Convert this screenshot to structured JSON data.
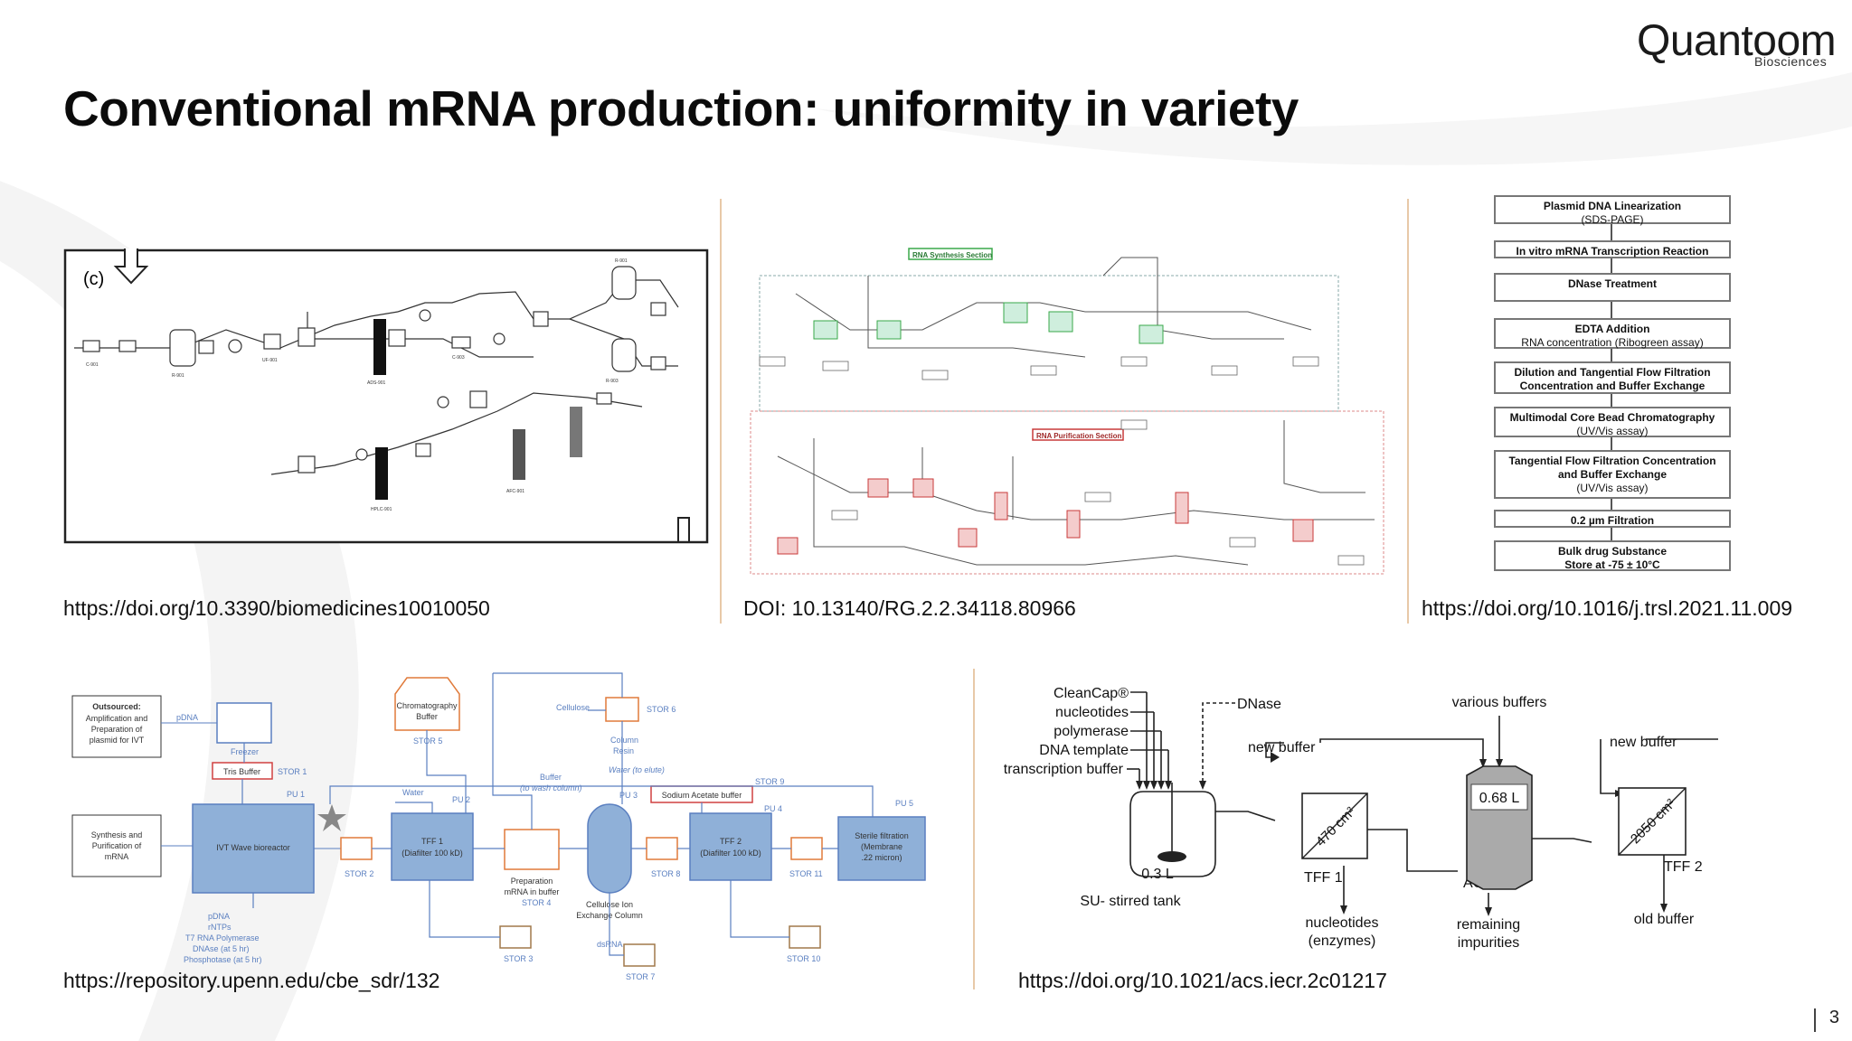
{
  "slide": {
    "title": "Conventional mRNA production: uniformity in variety",
    "page_number": "3",
    "logo": {
      "word": "Quantoom",
      "sub": "Biosciences"
    }
  },
  "captions": {
    "c1": "https://doi.org/10.3390/biomedicines10010050",
    "c2": "DOI: 10.13140/RG.2.2.34118.80966",
    "c3": "https://doi.org/10.1016/j.trsl.2021.11.009",
    "c4": "https://repository.upenn.edu/cbe_sdr/132",
    "c5": "https://doi.org/10.1021/acs.iecr.2c01217"
  },
  "fig1": {
    "panel_label": "(c)"
  },
  "fig2": {
    "section1": "RNA Synthesis Section",
    "section2": "RNA Purification Section"
  },
  "fig3": {
    "steps": [
      {
        "title": "Plasmid DNA Linearization",
        "sub": "(SDS-PAGE)"
      },
      {
        "title": "In vitro mRNA Transcription Reaction",
        "sub": ""
      },
      {
        "title": "DNase Treatment",
        "sub": ""
      },
      {
        "title": "EDTA Addition",
        "sub": "RNA concentration (Ribogreen assay)"
      },
      {
        "title": "Dilution and Tangential Flow Filtration Concentration and Buffer Exchange",
        "sub": ""
      },
      {
        "title": "Multimodal Core Bead Chromatography",
        "sub": "(UV/Vis assay)"
      },
      {
        "title": "Tangential Flow Filtration Concentration and Buffer Exchange",
        "sub": "(UV/Vis assay)"
      },
      {
        "title": "0.2 µm Filtration",
        "sub": ""
      },
      {
        "title": "Bulk drug Substance",
        "sub2": "Store at -75 ± 10°C"
      }
    ]
  },
  "fig4": {
    "outsourced_title": "Outsourced:",
    "outsourced_body1": "Amplification and",
    "outsourced_body2": "Preparation of",
    "outsourced_body3": "plasmid for IVT",
    "pdna": "pDNA",
    "freezer": "Freezer",
    "tris": "Tris Buffer",
    "stor1": "STOR 1",
    "pu1": "PU 1",
    "synth1": "Synthesis and",
    "synth2": "Purification of",
    "synth3": "mRNA",
    "ivt": "IVT Wave bioreactor",
    "stor2": "STOR 2",
    "water1": "Water",
    "pu2": "PU 2",
    "tff1a": "TFF 1",
    "tff1b": "(Diafilter 100 kD)",
    "chrom1": "Chromatography",
    "chrom2": "Buffer",
    "stor5": "STOR 5",
    "cellulose": "Cellulose",
    "stor6": "STOR 6",
    "column1": "Column",
    "column2": "Resin",
    "buffer1": "Buffer",
    "buffer2": "(to wash column)",
    "water2": "Water (to elute)",
    "stor9": "STOR 9",
    "pu3": "PU 3",
    "sodium": "Sodium Acetate buffer",
    "pu4": "PU 4",
    "pu5": "PU 5",
    "prep1": "Preparation",
    "prep2": "mRNA in buffer",
    "stor4": "STOR 4",
    "stor3": "STOR 3",
    "cel1": "Cellulose Ion",
    "cel2": "Exchange Column",
    "stor8": "STOR 8",
    "tff2a": "TFF 2",
    "tff2b": "(Diafilter 100 kD)",
    "stor11": "STOR 11",
    "sterile1": "Sterile filtration",
    "sterile2": "(Membrane",
    "sterile3": ".22 micron)",
    "dsrna": "dsRNA",
    "stor7": "STOR 7",
    "stor10": "STOR 10",
    "inputs1": "pDNA",
    "inputs2": "rNTPs",
    "inputs3": "T7 RNA Polymerase",
    "inputs4": "DNAse (at 5 hr)",
    "inputs5": "Phosphotase (at 5 hr)"
  },
  "fig5": {
    "cleancap": "CleanCap®",
    "nucleotides": "nucleotides",
    "polymerase": "polymerase",
    "dna_template": "DNA template",
    "transcription_buffer": "transcription buffer",
    "dnase": "DNase",
    "tank_vol": "0.3 L",
    "tank_label": "SU- stirred tank",
    "new_buffer1": "new buffer",
    "tff1_area": "470 cm²",
    "tff1": "TFF 1",
    "out1a": "nucleotides",
    "out1b": "(enzymes)",
    "various_buffers": "various buffers",
    "ac_vol": "0.68 L",
    "ac": "AC",
    "out2a": "remaining",
    "out2b": "impurities",
    "new_buffer2": "new buffer",
    "tff2_area": "2050 cm²",
    "tff2": "TFF 2",
    "old_buffer": "old buffer"
  },
  "colors": {
    "accent_divider": "#e8c9a8",
    "fig4_blue": "#8fb0d8",
    "fig4_orange": "#e07a3a",
    "fig2_green": "#3aa84a",
    "fig2_red": "#c83a3a"
  }
}
